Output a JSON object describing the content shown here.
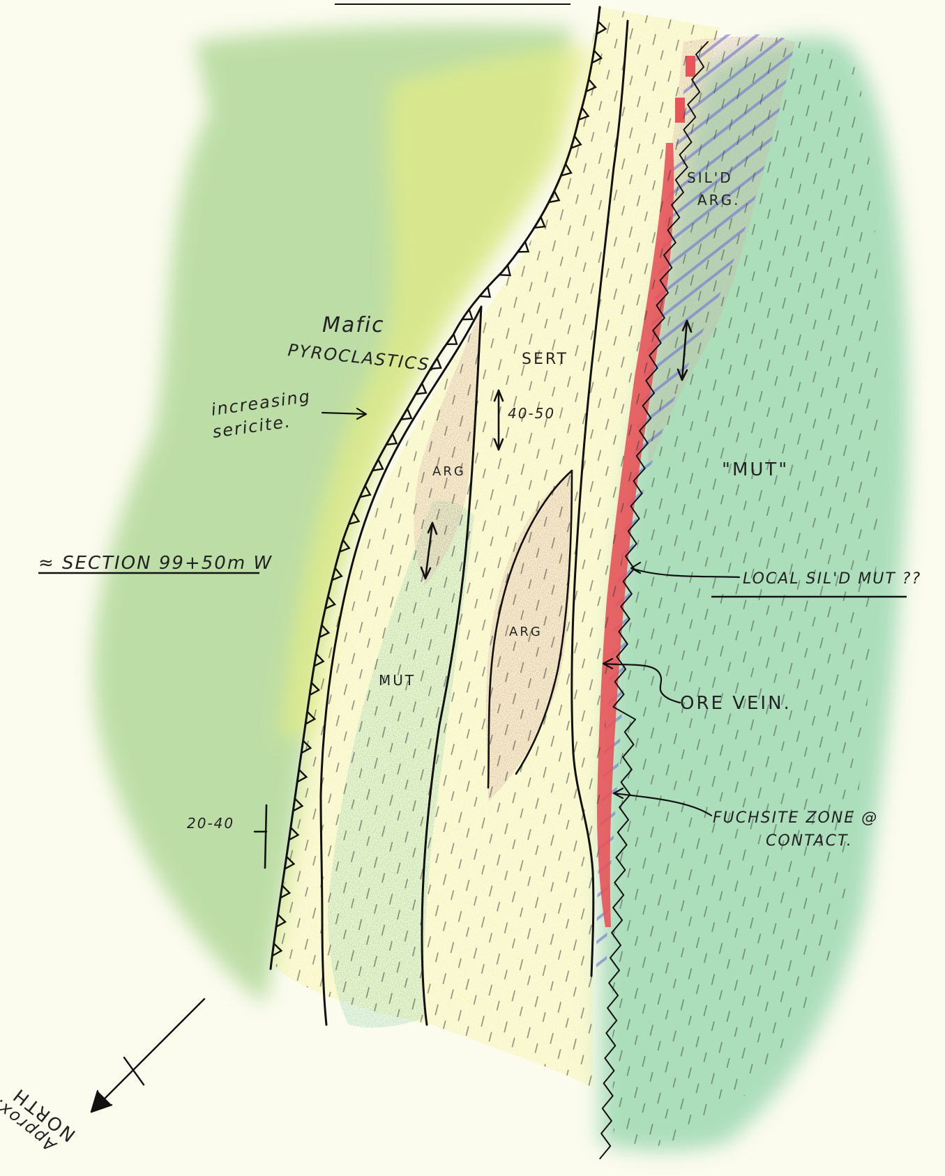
{
  "map": {
    "labels": {
      "mafic_pyroclastics_line1": "Mafic",
      "mafic_pyroclastics_line2": "PYROCLASTICS.",
      "increasing_sericite_line1": "increasing",
      "increasing_sericite_line2": "sericite.",
      "sert": "SERT",
      "dip_40_50": "40-50",
      "arg_upper": "ARG",
      "arg_lens": "ARG",
      "silicified_arg_line1": "SIL'D",
      "silicified_arg_line2": "ARG.",
      "mut_quoted": "\"MUT\"",
      "mut_lower": "MUT",
      "local_sild_mut": "LOCAL SIL'D MUT ??",
      "ore_vein": "ORE VEIN.",
      "fuchsite_line1": "FUCHSITE ZONE @",
      "fuchsite_line2": "CONTACT.",
      "section": "≈ SECTION 99+50m W",
      "dip_20_40": "20-40",
      "north_line1": "NORTH",
      "north_line2": "Approx."
    },
    "colors": {
      "paper": "#fbfbee",
      "sericite_yellow": "#f4f07a",
      "mafic_green": "#a9d48f",
      "mut_green": "#9fd9b4",
      "argillite_brown": "#d6a898",
      "ore_vein_red": "#e7545a",
      "silicification_blue": "#7d7fd6",
      "ink": "#111111"
    }
  }
}
